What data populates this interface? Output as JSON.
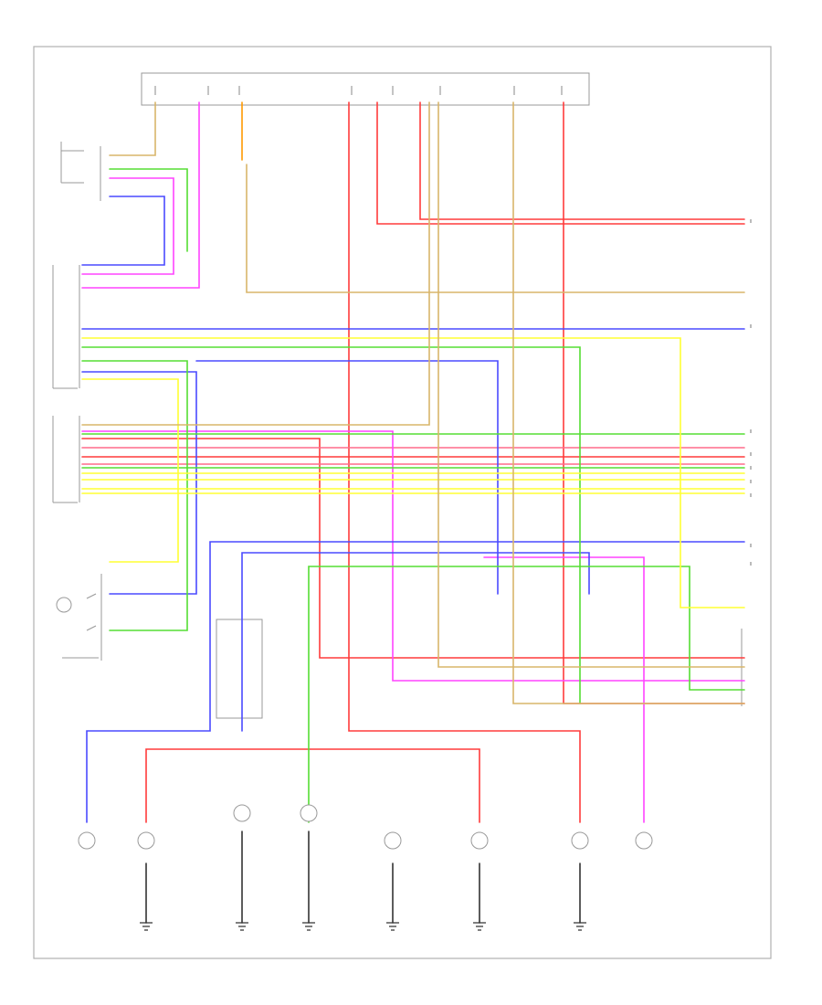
{
  "diagram": {
    "footer_label": "",
    "connector_title": ""
  },
  "colors": {
    "red": "#ff3b3b",
    "pink": "#ff6b8a",
    "green": "#55dd33",
    "blue": "#4a4aff",
    "violet": "#ff44ff",
    "yellow": "#ffff33",
    "tan": "#d8b56a",
    "orange": "#ff9900",
    "black": "#222222",
    "gray": "#999999"
  },
  "components": {
    "lamps": [
      {
        "id": "lamp-1"
      },
      {
        "id": "lamp-2"
      },
      {
        "id": "lamp-3"
      },
      {
        "id": "lamp-4"
      },
      {
        "id": "lamp-5"
      },
      {
        "id": "lamp-6"
      },
      {
        "id": "lamp-7"
      },
      {
        "id": "lamp-8"
      }
    ],
    "grounds": [
      {
        "id": "ground-1"
      },
      {
        "id": "ground-2"
      },
      {
        "id": "ground-3"
      },
      {
        "id": "ground-4"
      },
      {
        "id": "ground-5"
      },
      {
        "id": "ground-6"
      }
    ],
    "fuses": [
      {
        "id": "fuse-1"
      },
      {
        "id": "fuse-2"
      },
      {
        "id": "fuse-3"
      },
      {
        "id": "fuse-4"
      },
      {
        "id": "fuse-5"
      },
      {
        "id": "fuse-6"
      },
      {
        "id": "fuse-7"
      },
      {
        "id": "fuse-8"
      }
    ]
  }
}
